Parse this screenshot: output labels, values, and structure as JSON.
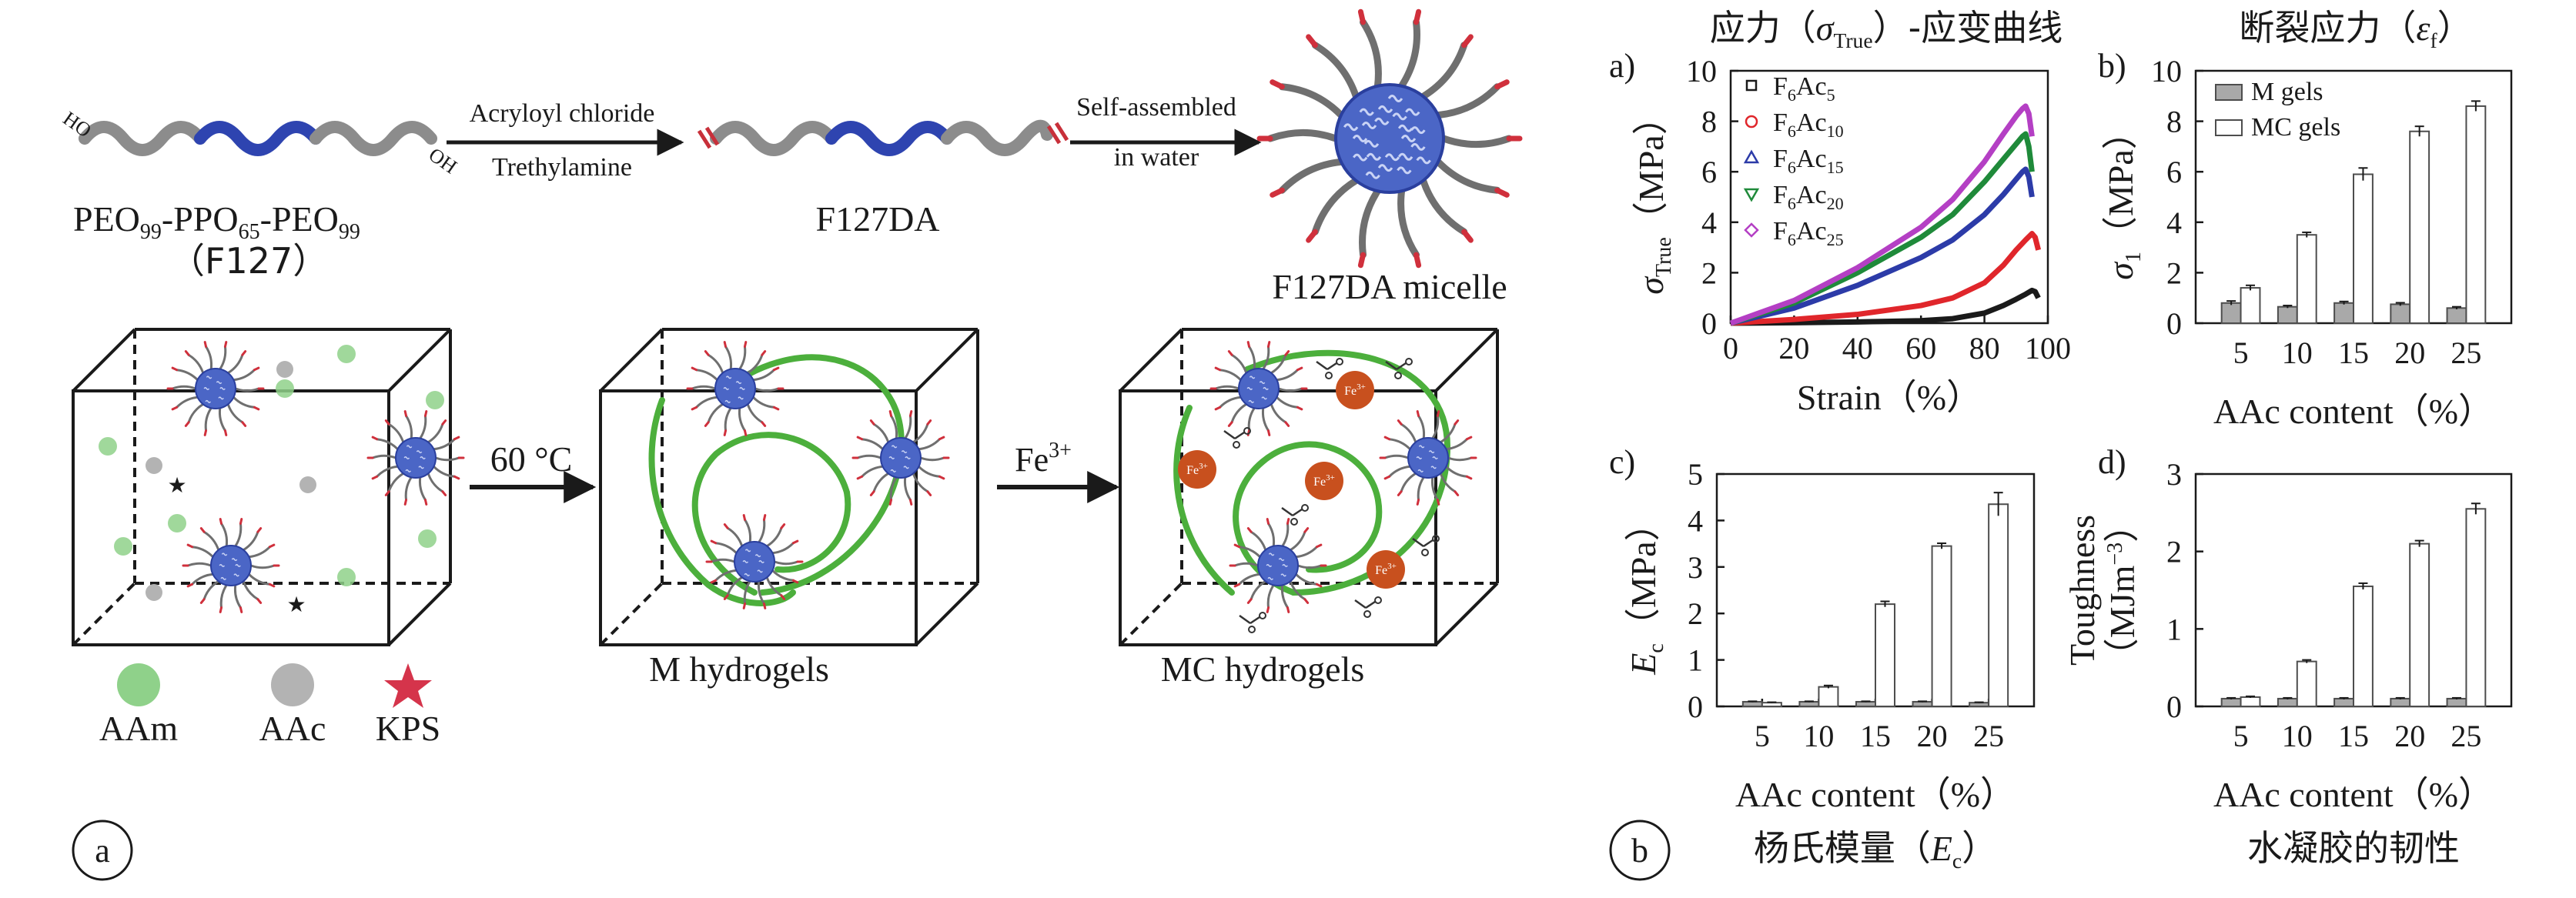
{
  "panel_a": {
    "label": "a",
    "top_row": {
      "f127": {
        "end_left": "HO",
        "end_right": "OH",
        "name_parts": [
          "PEO",
          "99",
          "-PPO",
          "65",
          "-PEO",
          "99"
        ],
        "abbrev": "（F127）"
      },
      "arrow1": {
        "line1": "Acryloyl chloride",
        "line2": "Trethylamine"
      },
      "f127da": "F127DA",
      "arrow2": {
        "line1": "Self-assembled",
        "line2": "in water"
      },
      "micelle": "F127DA micelle"
    },
    "bottom_row": {
      "arrow_heat": "60 °C",
      "arrow_fe": {
        "base": "Fe",
        "sup": "3+"
      },
      "fe_particle": {
        "base": "Fe",
        "sup": "3+"
      },
      "m_hydrogels": "M hydrogels",
      "mc_hydrogels": "MC hydrogels"
    },
    "legend": [
      {
        "label": "AAm",
        "color": "#8fd18a"
      },
      {
        "label": "AAc",
        "color": "#b3b3b3"
      },
      {
        "label": "KPS",
        "color": "#d5344b"
      }
    ]
  },
  "panel_b": {
    "label": "b",
    "colors": {
      "m_gels": "#a9a9a9",
      "mc_gels": "#ffffff",
      "micelle": "#4b66c6",
      "network": "#4caf3c",
      "fe": "#c8501e"
    }
  },
  "chart_data": [
    {
      "type": "line",
      "panel": "a)",
      "title": {
        "parts": [
          "应力（",
          "σ",
          "True",
          "）-应变曲线"
        ]
      },
      "xlabel": "Strain（%）",
      "ylabel": {
        "base": "σ",
        "sub": "True",
        "unit": "（MPa）"
      },
      "xlim": [
        0,
        100
      ],
      "ylim": [
        0,
        10
      ],
      "xticks": [
        0,
        20,
        40,
        60,
        80,
        100
      ],
      "yticks": [
        0,
        2,
        4,
        6,
        8,
        10
      ],
      "legend_position": "top-left",
      "series": [
        {
          "name": [
            "F",
            "6",
            "Ac",
            "5"
          ],
          "color": "#1a1a1a",
          "marker": "square",
          "points": [
            [
              0,
              0
            ],
            [
              20,
              0.02
            ],
            [
              40,
              0.05
            ],
            [
              60,
              0.1
            ],
            [
              70,
              0.18
            ],
            [
              80,
              0.4
            ],
            [
              86,
              0.7
            ],
            [
              90,
              0.95
            ],
            [
              93,
              1.15
            ],
            [
              95,
              1.3
            ],
            [
              96,
              1.25
            ],
            [
              97,
              1.0
            ]
          ]
        },
        {
          "name": [
            "F",
            "6",
            "Ac",
            "10"
          ],
          "color": "#e0262b",
          "marker": "circle",
          "points": [
            [
              0,
              0
            ],
            [
              20,
              0.15
            ],
            [
              40,
              0.35
            ],
            [
              60,
              0.7
            ],
            [
              70,
              1.0
            ],
            [
              80,
              1.6
            ],
            [
              86,
              2.3
            ],
            [
              90,
              2.9
            ],
            [
              93,
              3.3
            ],
            [
              95,
              3.55
            ],
            [
              96,
              3.4
            ],
            [
              97,
              2.9
            ]
          ]
        },
        {
          "name": [
            "F",
            "6",
            "Ac",
            "15"
          ],
          "color": "#2c3ba8",
          "marker": "triangle",
          "points": [
            [
              0,
              0
            ],
            [
              20,
              0.6
            ],
            [
              40,
              1.5
            ],
            [
              60,
              2.6
            ],
            [
              70,
              3.3
            ],
            [
              80,
              4.3
            ],
            [
              86,
              5.1
            ],
            [
              90,
              5.7
            ],
            [
              92,
              6.0
            ],
            [
              93,
              6.1
            ],
            [
              94,
              5.8
            ],
            [
              95,
              5.0
            ]
          ]
        },
        {
          "name": [
            "F",
            "6",
            "Ac",
            "20"
          ],
          "color": "#1f8a3a",
          "marker": "triangle-down",
          "points": [
            [
              0,
              0
            ],
            [
              20,
              0.8
            ],
            [
              40,
              2.0
            ],
            [
              60,
              3.4
            ],
            [
              70,
              4.3
            ],
            [
              80,
              5.6
            ],
            [
              86,
              6.5
            ],
            [
              90,
              7.1
            ],
            [
              92,
              7.4
            ],
            [
              93,
              7.5
            ],
            [
              94,
              7.0
            ],
            [
              95,
              6.0
            ]
          ]
        },
        {
          "name": [
            "F",
            "6",
            "Ac",
            "25"
          ],
          "color": "#b43fc4",
          "marker": "diamond",
          "points": [
            [
              0,
              0
            ],
            [
              20,
              0.9
            ],
            [
              40,
              2.2
            ],
            [
              60,
              3.8
            ],
            [
              70,
              4.9
            ],
            [
              80,
              6.4
            ],
            [
              86,
              7.5
            ],
            [
              90,
              8.2
            ],
            [
              92,
              8.5
            ],
            [
              93,
              8.6
            ],
            [
              94,
              8.3
            ],
            [
              95,
              7.4
            ]
          ]
        }
      ]
    },
    {
      "type": "bar",
      "panel": "b)",
      "title": {
        "parts": [
          "断裂应力（",
          "ε",
          "f",
          "）"
        ]
      },
      "xlabel": "AAc content（%）",
      "ylabel": {
        "base": "σ",
        "sub": "1",
        "unit": "（MPa）"
      },
      "ylim": [
        0,
        10
      ],
      "yticks": [
        0,
        2,
        4,
        6,
        8,
        10
      ],
      "categories": [
        "5",
        "10",
        "15",
        "20",
        "25"
      ],
      "legend_position": "top-left",
      "series": [
        {
          "name": "M gels",
          "values": [
            0.8,
            0.65,
            0.8,
            0.75,
            0.6
          ],
          "errors": [
            0.08,
            0.05,
            0.06,
            0.06,
            0.05
          ]
        },
        {
          "name": "MC gels",
          "values": [
            1.4,
            3.5,
            5.9,
            7.6,
            8.6
          ],
          "errors": [
            0.1,
            0.1,
            0.25,
            0.2,
            0.2
          ]
        }
      ]
    },
    {
      "type": "bar",
      "panel": "c)",
      "title": {
        "parts": [
          "杨氏模量（",
          "E",
          "c",
          "）"
        ]
      },
      "xlabel": "AAc content（%）",
      "ylabel": {
        "base": "E",
        "sub": "c",
        "unit": "（MPa）"
      },
      "ylim": [
        0,
        5
      ],
      "yticks": [
        0,
        1,
        2,
        3,
        4,
        5
      ],
      "categories": [
        "5",
        "10",
        "15",
        "20",
        "25"
      ],
      "series": [
        {
          "name": "M gels",
          "values": [
            0.1,
            0.1,
            0.1,
            0.1,
            0.08
          ],
          "errors": [
            0.01,
            0.01,
            0.01,
            0.01,
            0.01
          ]
        },
        {
          "name": "MC gels",
          "values": [
            0.08,
            0.42,
            2.2,
            3.45,
            4.35
          ],
          "errors": [
            0.01,
            0.03,
            0.06,
            0.06,
            0.25
          ]
        }
      ]
    },
    {
      "type": "bar",
      "panel": "d)",
      "title": {
        "parts": [
          "水凝胶的韧性"
        ]
      },
      "xlabel": "AAc content（%）",
      "ylabel": {
        "line1": "Toughness",
        "line2": "（MJm",
        "sup": "−3",
        "close": "）"
      },
      "ylim": [
        0,
        3
      ],
      "yticks": [
        0,
        1,
        2,
        3
      ],
      "categories": [
        "5",
        "10",
        "15",
        "20",
        "25"
      ],
      "series": [
        {
          "name": "M gels",
          "values": [
            0.1,
            0.1,
            0.1,
            0.1,
            0.1
          ],
          "errors": [
            0.01,
            0.01,
            0.01,
            0.01,
            0.01
          ]
        },
        {
          "name": "MC gels",
          "values": [
            0.12,
            0.58,
            1.55,
            2.1,
            2.55
          ],
          "errors": [
            0.01,
            0.02,
            0.04,
            0.04,
            0.07
          ]
        }
      ]
    }
  ]
}
